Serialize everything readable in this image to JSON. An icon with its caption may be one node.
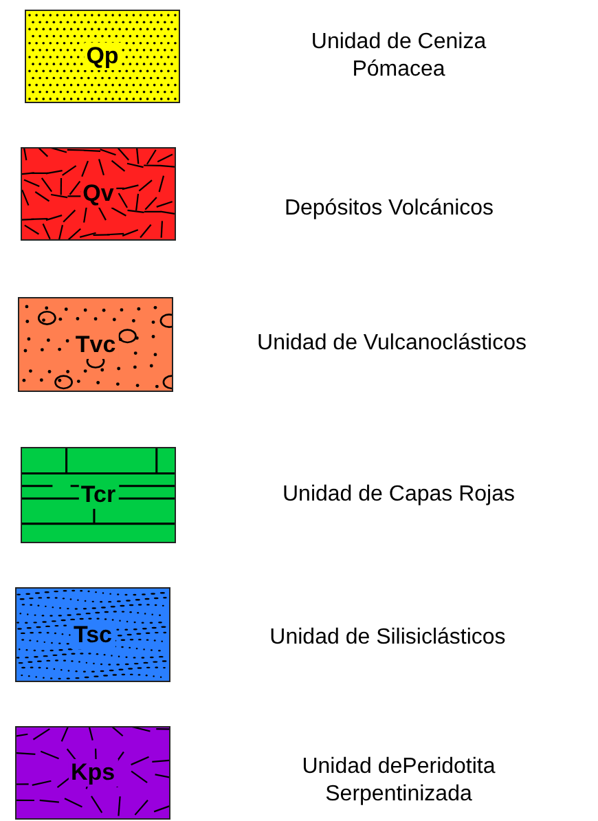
{
  "diagram": {
    "nodes": [
      {
        "text": [
          "Qp"
        ]
      },
      {
        "text": [
          "Qv"
        ]
      },
      {
        "text": [
          "Tvc"
        ]
      },
      {
        "text": [
          "Tcr"
        ]
      },
      {
        "text": [
          "Tsc"
        ]
      },
      {
        "text": [
          "Kps"
        ]
      }
    ],
    "labels": [
      "Unidad de Ceniza Pómacea",
      "Depósitos Volcánicos",
      "Unidad de Vulcanoclásticos",
      "Unidad de Capas Rojas",
      "Unidad de Silisiclásticos",
      "Unidad dePeridotita Serpentinizada"
    ]
  }
}
